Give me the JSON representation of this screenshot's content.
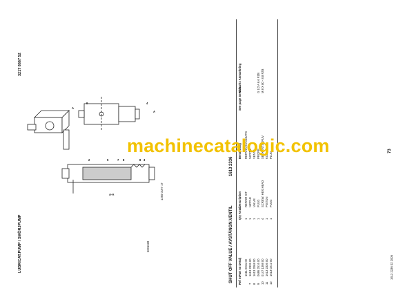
{
  "page": {
    "header_left": "LUBRICAT.PUMP / SMÖRJPUMP",
    "doc_number": "3217 8667 52",
    "section_title": "SHUT OFF VALUE / AVSTÄNGN.VENTIL",
    "section_code": "1613 2336",
    "page_number": "73",
    "footer_code": "1613 2336 02 2006",
    "side_code": "6001628",
    "drawing_ref": "1250 0197 17",
    "watermark": "machinecatalogic.com"
  },
  "drawing": {
    "labels": [
      "A",
      "9",
      "4",
      "A",
      "2",
      "5",
      "7",
      "8",
      "8",
      "3",
      "A-A"
    ]
  },
  "table": {
    "headers": {
      "ref": "Ref no",
      "part": "Part no Detalj",
      "qty": "Qty Antal",
      "desc": "Description",
      "bench": "Benämning",
      "see": "See page Se sida",
      "remarks": "Remarks Anmärkning"
    },
    "rows": [
      {
        "ref": "",
        "part": "1611 0011 00",
        "qty": "1",
        "desc": "REPAIR KIT",
        "bench": "REPARATIONSSATS",
        "see": "",
        "remarks": ""
      },
      {
        "ref": "7",
        "part": "1613 2335 00",
        "qty": "1",
        "desc": "NIPPLE",
        "bench": "NIPPEL",
        "see": "",
        "remarks": ""
      },
      {
        "ref": "8",
        "part": "1613 2068 00",
        "qty": "1",
        "desc": "VALVE",
        "bench": "VENTIL",
        "see": "",
        "remarks": ""
      },
      {
        "ref": "9",
        "part": "0686 2516 00",
        "qty": "1",
        "desc": "PLUG",
        "bench": "PROPP",
        "see": "",
        "remarks": "G 1/2 A  6.6 FZB"
      },
      {
        "ref": "10",
        "part": "0147 1398 00",
        "qty": "4",
        "desc": "SCREW, HEX.HEAD",
        "bench": "SEXKANTSKRUV",
        "see": "",
        "remarks": "M 8 X 80 - 8.8 FZB"
      },
      {
        "ref": "11",
        "part": "1613 2336 00",
        "qty": "1",
        "desc": "PISTON",
        "bench": "KOLV",
        "see": "",
        "remarks": ""
      },
      {
        "ref": "12",
        "part": "1613 0212 00",
        "qty": "1",
        "desc": "PLUG",
        "bench": "PLUG",
        "see": "",
        "remarks": ""
      }
    ]
  }
}
